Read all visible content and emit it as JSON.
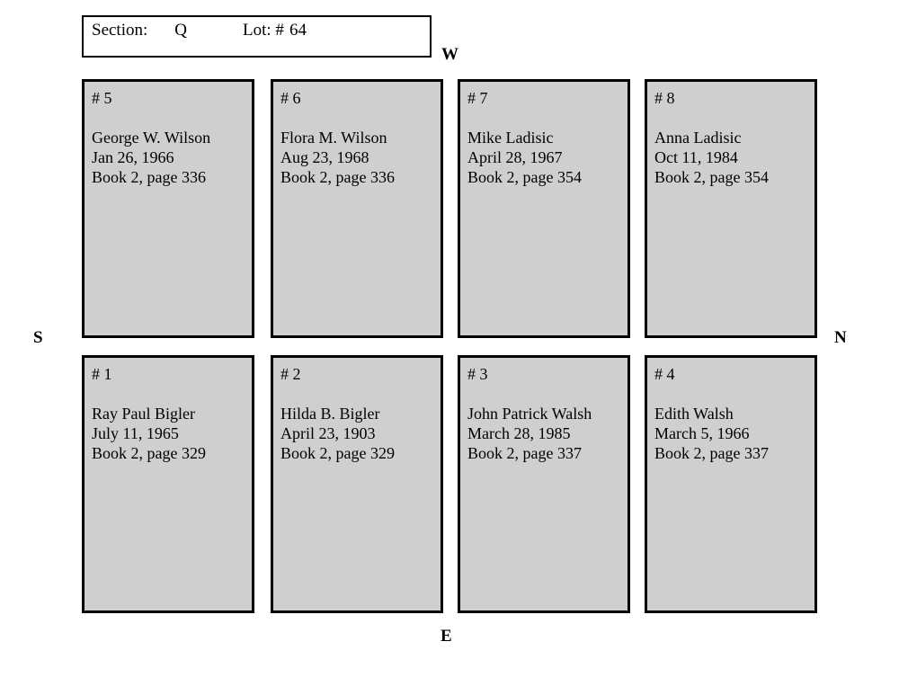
{
  "header": {
    "section_label": "Section:",
    "section_value": "Q",
    "lot_label": "Lot: #",
    "lot_value": "64"
  },
  "compass": {
    "west": "W",
    "north": "N",
    "east": "E",
    "south": "S"
  },
  "plots": [
    {
      "number": "# 5",
      "name": "George W. Wilson",
      "date": "Jan 26, 1966",
      "reference": "Book 2, page 336"
    },
    {
      "number": "# 6",
      "name": "Flora M. Wilson",
      "date": "Aug 23, 1968",
      "reference": "Book 2, page 336"
    },
    {
      "number": "# 7",
      "name": "Mike Ladisic",
      "date": "April 28, 1967",
      "reference": "Book 2, page 354"
    },
    {
      "number": "# 8",
      "name": "Anna Ladisic",
      "date": "Oct 11, 1984",
      "reference": "Book 2, page 354"
    },
    {
      "number": "# 1",
      "name": "Ray Paul Bigler",
      "date": "July 11, 1965",
      "reference": "Book 2, page 329"
    },
    {
      "number": "# 2",
      "name": "Hilda B. Bigler",
      "date": "April 23, 1903",
      "reference": "Book 2, page 329"
    },
    {
      "number": "# 3",
      "name": "John Patrick Walsh",
      "date": "March 28, 1985",
      "reference": "Book 2, page 337"
    },
    {
      "number": "# 4",
      "name": "Edith Walsh",
      "date": "March 5, 1966",
      "reference": "Book 2, page 337"
    }
  ],
  "colors": {
    "plot_fill": "#cfcfcf",
    "border": "#000000",
    "background": "#ffffff"
  }
}
